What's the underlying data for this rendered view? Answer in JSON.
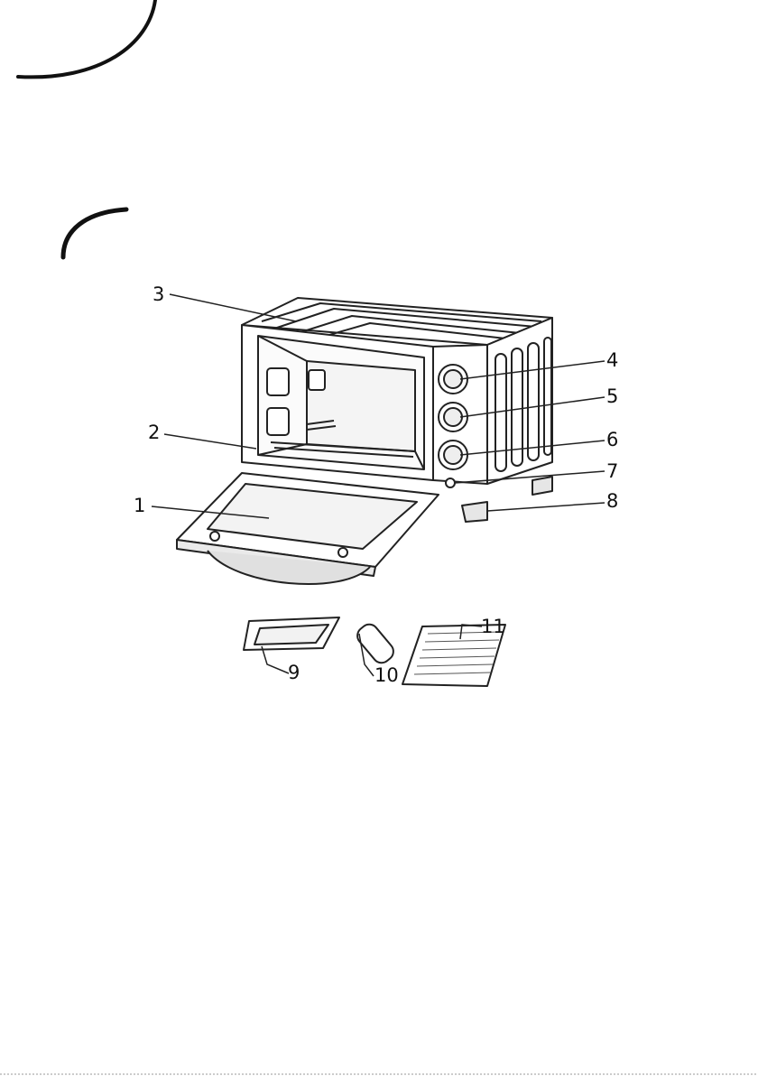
{
  "callouts": {
    "c1": "1",
    "c2": "2",
    "c3": "3",
    "c4": "4",
    "c5": "5",
    "c6": "6",
    "c7": "7",
    "c8": "8",
    "c9": "9",
    "c10": "10",
    "c11": "11"
  },
  "colors": {
    "line": "#222222",
    "fill": "#ffffff",
    "shade": "#d9d9d9"
  }
}
